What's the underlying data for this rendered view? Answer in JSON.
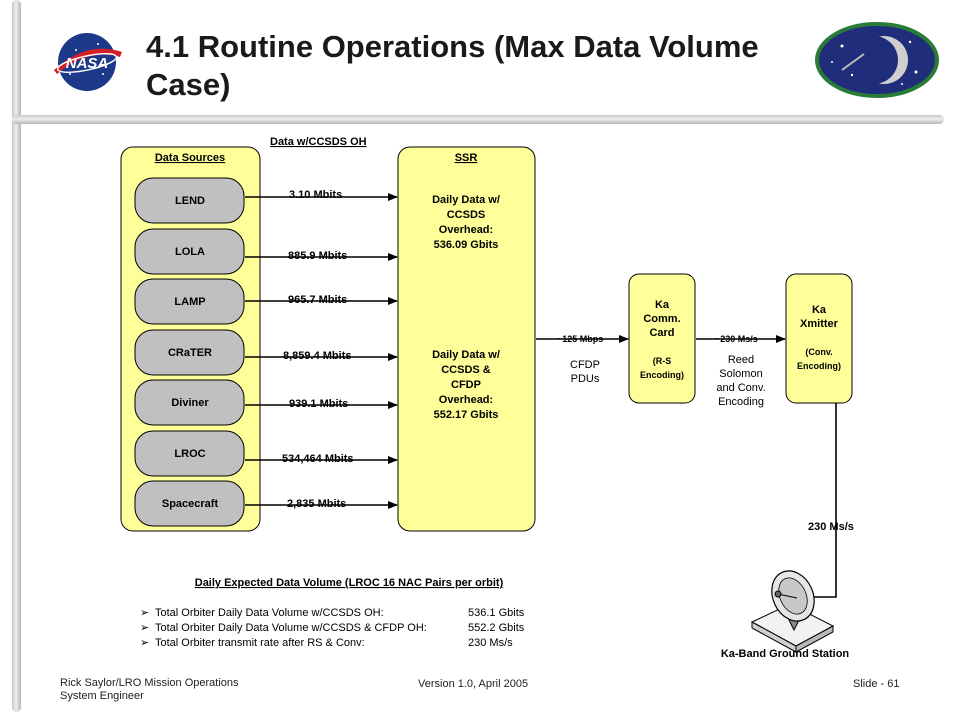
{
  "slide": {
    "title": "4.1 Routine Operations (Max Data Volume Case)"
  },
  "logos": {
    "left": "NASA",
    "right_icon": "lro-moon-logo-icon"
  },
  "diagram": {
    "top_label": "Data w/CCSDS OH",
    "sources_header": "Data Sources",
    "sources": [
      {
        "name": "LEND",
        "rate": "3.10 Mbits"
      },
      {
        "name": "LOLA",
        "rate": "885.9 Mbits"
      },
      {
        "name": "LAMP",
        "rate": "965.7 Mbits"
      },
      {
        "name": "CRaTER",
        "rate": "8,859.4 Mbits"
      },
      {
        "name": "Diviner",
        "rate": "939.1 Mbits"
      },
      {
        "name": "LROC",
        "rate": "534,464 Mbits"
      },
      {
        "name": "Spacecraft",
        "rate": "2,835 Mbits"
      }
    ],
    "ssr": {
      "header": "SSR",
      "block1": [
        "Daily Data w/",
        "CCSDS",
        "Overhead:",
        "536.09 Gbits"
      ],
      "block2": [
        "Daily Data w/",
        "CCSDS &",
        "CFDP",
        "Overhead:",
        "552.17 Gbits"
      ]
    },
    "link1": {
      "rate": "~125 Mbps",
      "caption": [
        "CFDP",
        "PDUs"
      ]
    },
    "comm_card": {
      "lines": [
        "Ka",
        "Comm.",
        "Card"
      ],
      "sub": [
        "(R-S",
        "Encoding)"
      ]
    },
    "link2": {
      "rate": "~230 Ms/s",
      "caption": [
        "Reed",
        "Solomon",
        "and Conv.",
        "Encoding"
      ]
    },
    "xmitter": {
      "lines": [
        "Ka",
        "Xmitter"
      ],
      "sub": [
        "(Conv.",
        "Encoding)"
      ]
    },
    "downlink_rate": "230 Ms/s",
    "ground_station": "Ka-Band Ground Station"
  },
  "summary": {
    "title": "Daily Expected Data Volume (LROC 16 NAC Pairs per orbit)",
    "items": [
      {
        "label": "Total Orbiter Daily Data Volume w/CCSDS OH:",
        "value": "536.1 Gbits"
      },
      {
        "label": "Total Orbiter Daily Data Volume w/CCSDS & CFDP OH:",
        "value": "552.2 Gbits"
      },
      {
        "label": "Total Orbiter transmit rate after RS & Conv:",
        "value": "230 Ms/s"
      }
    ]
  },
  "footer": {
    "author_line1": "Rick Saylor/LRO Mission Operations",
    "author_line2": "System Engineer",
    "version": "Version 1.0, April 2005",
    "slide": "Slide - 61"
  },
  "colors": {
    "box_fill": "#ffff99",
    "pill_fill": "#c0c0c0",
    "title": "#1a1a1a"
  }
}
